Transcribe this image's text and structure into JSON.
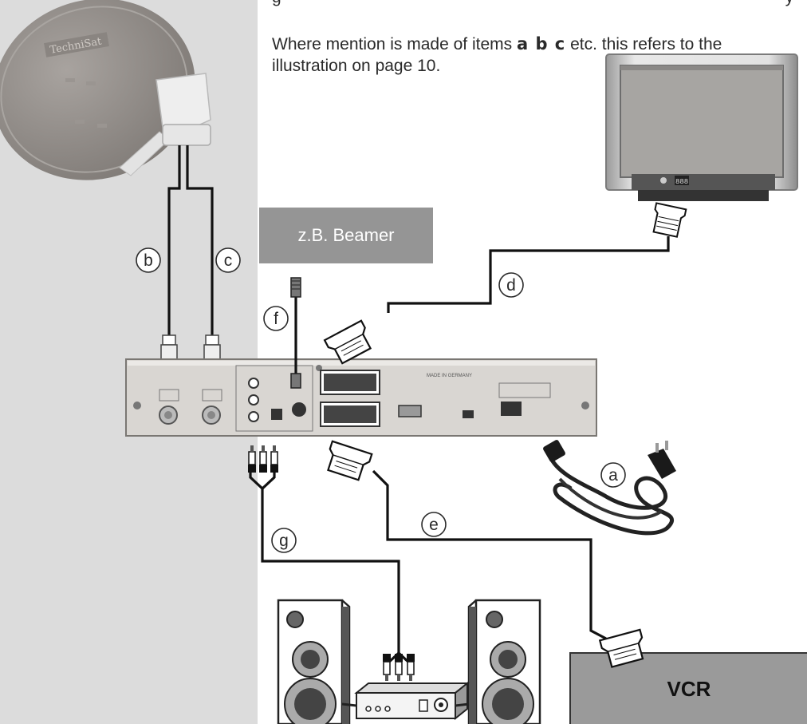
{
  "intro": {
    "cut_line": "g",
    "cut_line_tail": "y",
    "line_before": "Where mention is made of items",
    "item_letters": "a b c",
    "line_after": "etc. this refers to the illustration on page 10."
  },
  "devices": {
    "beamer_label": "z.B. Beamer",
    "vcr_label": "VCR",
    "receiver_text": "MADE IN GERMANY",
    "tv_display": "888",
    "dish_logo": "TechniSat"
  },
  "labels": {
    "a": "a",
    "b": "b",
    "c": "c",
    "d": "d",
    "e": "e",
    "f": "f",
    "g": "g"
  },
  "colors": {
    "sidebar": "#dcdcdc",
    "beamer_box": "#959595",
    "vcr_box": "#9a9a9a",
    "receiver": "#d9d6d2"
  }
}
